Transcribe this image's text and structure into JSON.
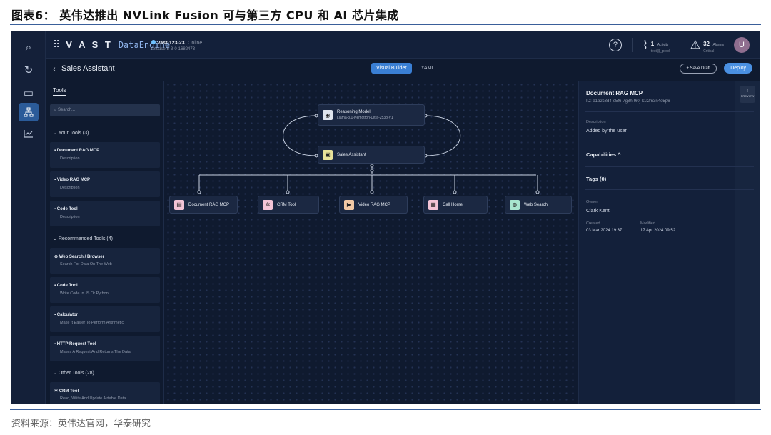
{
  "figure": {
    "title": "图表6： 英伟达推出 NVLink Fusion 可与第三方 CPU 和 AI 芯片集成",
    "source": "资料来源：英伟达官网，华泰研究"
  },
  "rail": {
    "icons": [
      "search-icon",
      "refresh-icon",
      "book-icon",
      "org-chart-icon",
      "chart-icon"
    ]
  },
  "topbar": {
    "brand": "V A S T",
    "brand_sub": "DataEngine",
    "cluster_name": "Vast-123-23",
    "cluster_status": "Online",
    "cluster_release": "release-5-3-0-1682473",
    "activity_count": "1",
    "activity_label": "Activity",
    "activity_sub": "test@_prod",
    "alarms_count": "32",
    "alarms_label": "Alarms",
    "alarms_sub": "Critical",
    "avatar_letter": "U"
  },
  "subbar": {
    "back": "‹",
    "title": "Sales Assistant",
    "tab_visual": "Visual Builder",
    "tab_yaml": "YAML",
    "save_draft": "+ Save Draft",
    "deploy": "Deploy"
  },
  "tools": {
    "tab": "Tools",
    "search_placeholder": "Search...",
    "your_tools_header": "Your Tools (3)",
    "your_tools": [
      {
        "name": "Document RAG MCP",
        "desc": "Description"
      },
      {
        "name": "Video RAG MCP",
        "desc": "Description"
      },
      {
        "name": "Code Tool",
        "desc": "Description"
      }
    ],
    "recommended_header": "Recommended Tools (4)",
    "recommended": [
      {
        "name": "Web Search / Browser",
        "desc": "Search For Data On The Web"
      },
      {
        "name": "Code Tool",
        "desc": "Write Code In JS Or Python"
      },
      {
        "name": "Calculator",
        "desc": "Make It Easier To Perform Arithmetic"
      },
      {
        "name": "HTTP Request Tool",
        "desc": "Makes A Request And Returns The Data"
      }
    ],
    "other_header": "Other Tools (28)",
    "other": [
      {
        "name": "CRM Tool",
        "desc": "Read, Write And Update Airtable Data"
      }
    ]
  },
  "canvas": {
    "reasoning_title": "Reasoning Model",
    "reasoning_sub": "Llama-3.1-Nemotron-Ultra-253b-V1",
    "agent": "Sales Assistant",
    "tool_nodes": [
      {
        "label": "Document RAG MCP",
        "color": "#f3c4d6",
        "icon": "document-icon"
      },
      {
        "label": "CRM Tool",
        "color": "#f3c4d6",
        "icon": "crm-icon"
      },
      {
        "label": "Video RAG MCP",
        "color": "#f2c9a6",
        "icon": "video-icon"
      },
      {
        "label": "Call Home",
        "color": "#f3c4d6",
        "icon": "call-icon"
      },
      {
        "label": "Web Search",
        "color": "#a8e6cf",
        "icon": "globe-icon"
      }
    ]
  },
  "details": {
    "title": "Document RAG MCP",
    "id": "ID: a1b2c3d4-e5f6-7g8h-9i0j-k1l2m3n4o5p6",
    "preview_label": "PREVIEW",
    "desc_label": "Description",
    "desc_value": "Added by the user",
    "capabilities": "Capabilities ^",
    "tags": "Tags (0)",
    "owner_label": "Owner",
    "owner_value": "Clark Kent",
    "created_label": "Created",
    "created_value": "03 Mar 2024 19:37",
    "modified_label": "Modified",
    "modified_value": "17 Apr 2024 09:52"
  }
}
